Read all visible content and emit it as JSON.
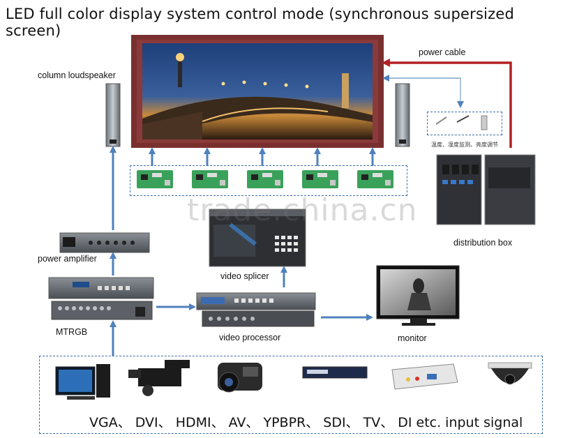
{
  "title": "LED full color display system control mode (synchronous supersized screen)",
  "labels": {
    "column_loudspeaker": "column  loudspeaker",
    "power_cable": "power  cable",
    "sensors_cn": "温度、湿度监测、亮度调节",
    "distribution_box": "distribution  box",
    "power_amplifier": "power  amplifier",
    "video_splicer": "video  splicer",
    "mtrgb": "MTRGB",
    "video_processor": "video  processor",
    "monitor": "monitor",
    "input_signal": "VGA、 DVI、 HDMI、 AV、 YPBPR、 SDI、 TV、 DI etc. input signal",
    "watermark": "trade.china.cn"
  },
  "colors": {
    "arrow_blue": "#4f81bd",
    "power_red": "#b32024",
    "dashed_border": "#3b6ea5",
    "screen_frame": "#7a2f2f"
  },
  "icons": [
    "bridge-photo",
    "speaker",
    "receiving-card",
    "distribution-box",
    "amplifier",
    "matrix",
    "splicer",
    "processor",
    "monitor-photo",
    "desktop-pc",
    "camcorder",
    "handycam",
    "dvd-player",
    "converter-box",
    "dome-camera"
  ]
}
